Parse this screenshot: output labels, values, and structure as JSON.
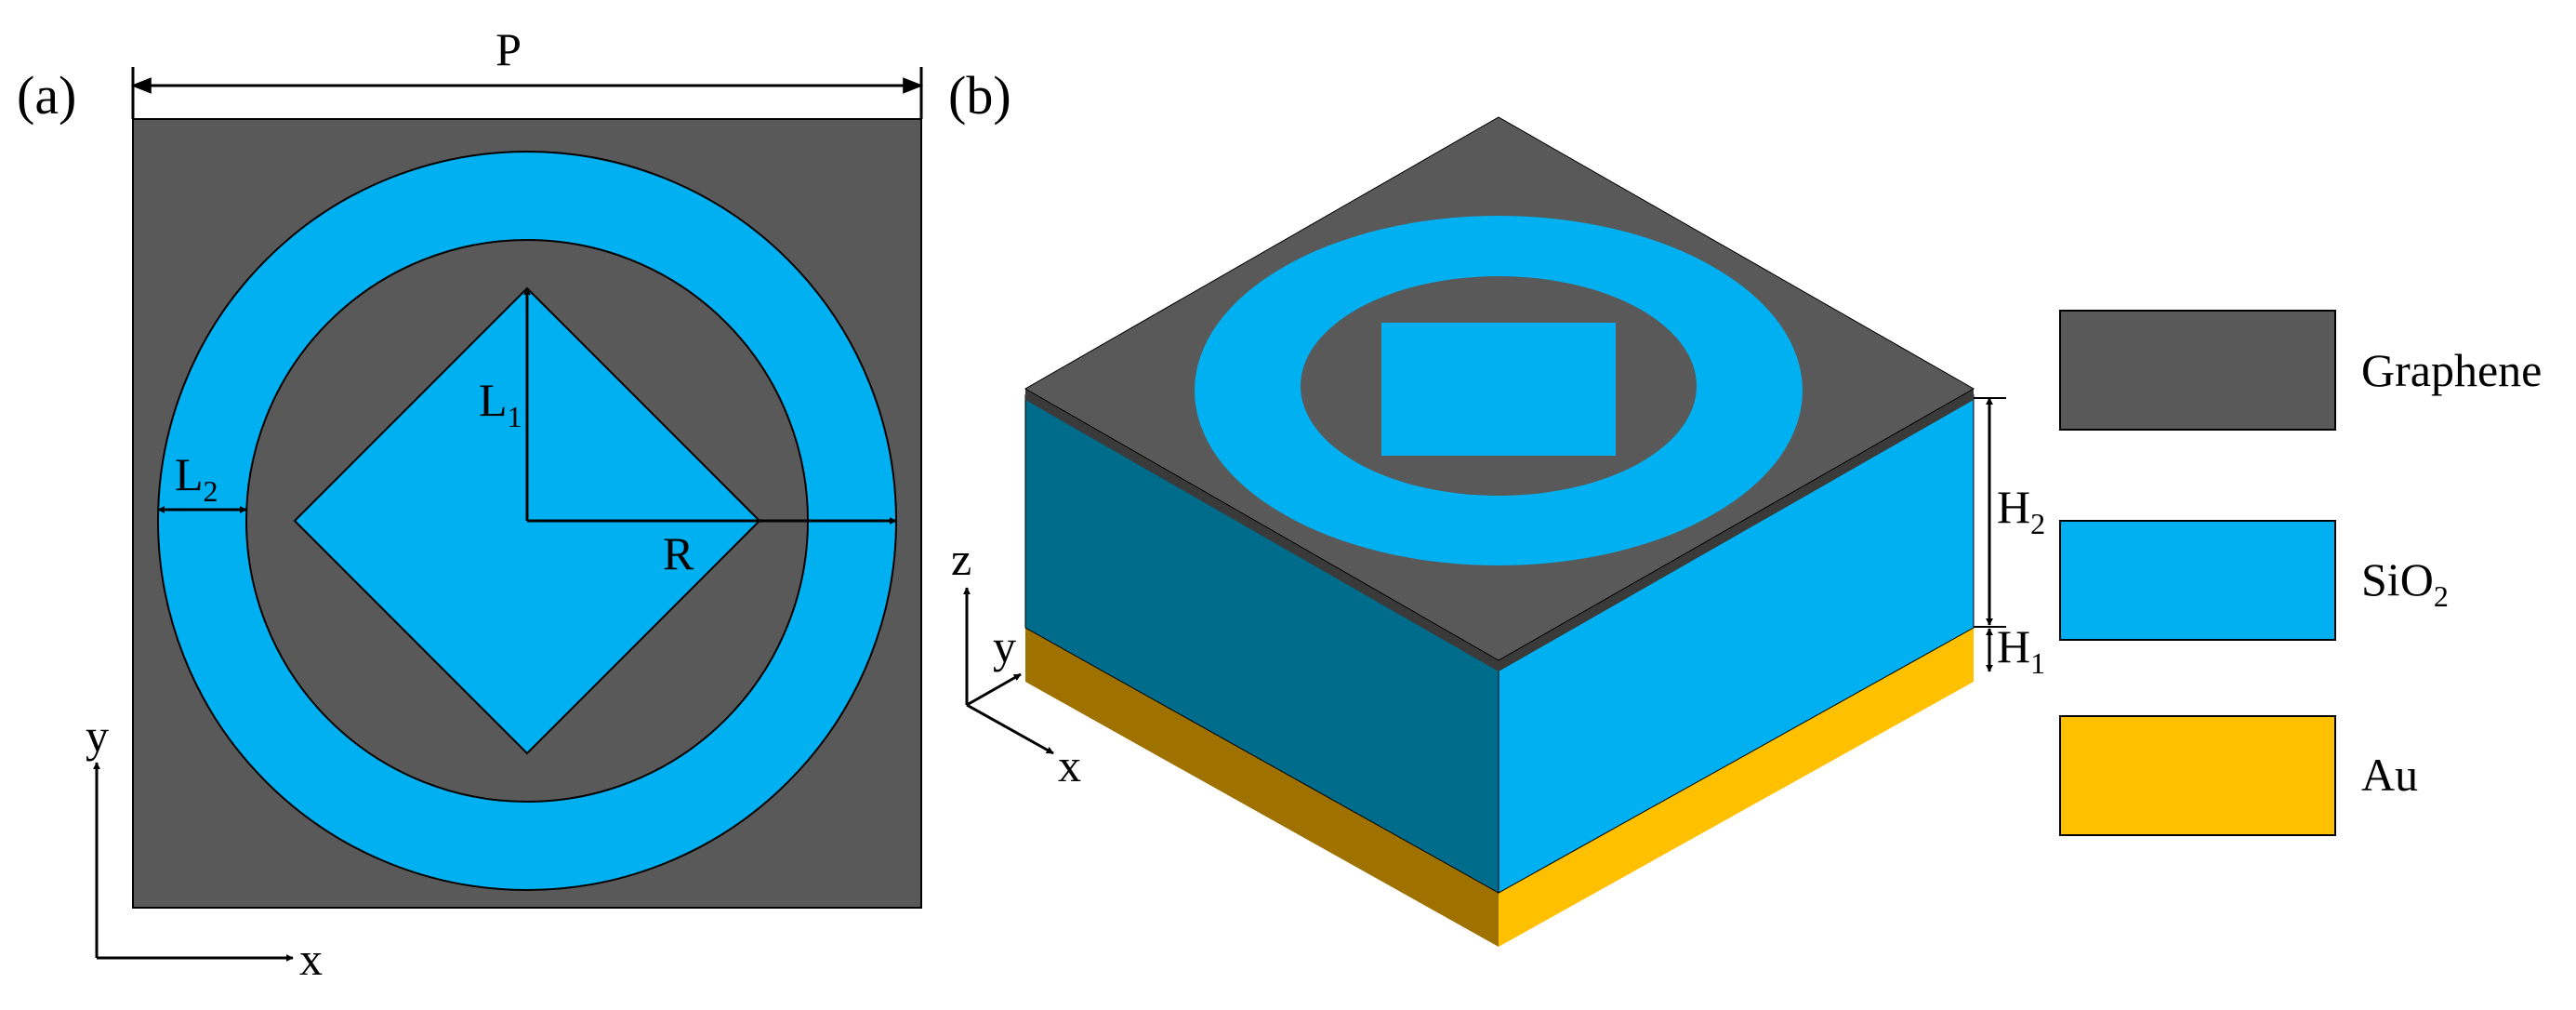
{
  "panels": {
    "a": {
      "tag": "(a)",
      "dims": {
        "P": "P",
        "L1": "L",
        "L1_sub": "1",
        "L2": "L",
        "L2_sub": "2",
        "R": "R"
      },
      "axes": {
        "x": "x",
        "y": "y"
      }
    },
    "b": {
      "tag": "(b)",
      "dims": {
        "H2": "H",
        "H2_sub": "2",
        "H1": "H",
        "H1_sub": "1"
      },
      "axes": {
        "x": "x",
        "y": "y",
        "z": "z"
      }
    }
  },
  "legend": [
    {
      "key": "graphene",
      "label": "Graphene",
      "sub": "",
      "after": "",
      "color": "#595959"
    },
    {
      "key": "sio2",
      "label": "SiO",
      "sub": "2",
      "after": "",
      "color": "#00B0F0"
    },
    {
      "key": "au",
      "label": "Au",
      "sub": "",
      "after": "",
      "color": "#FFC000"
    }
  ],
  "colors": {
    "graphene": "#595959",
    "sio2": "#00B0F0",
    "sio2_shadow": "#006C8C",
    "au": "#FFC000",
    "au_shadow": "#9F7200",
    "line": "#000000"
  }
}
